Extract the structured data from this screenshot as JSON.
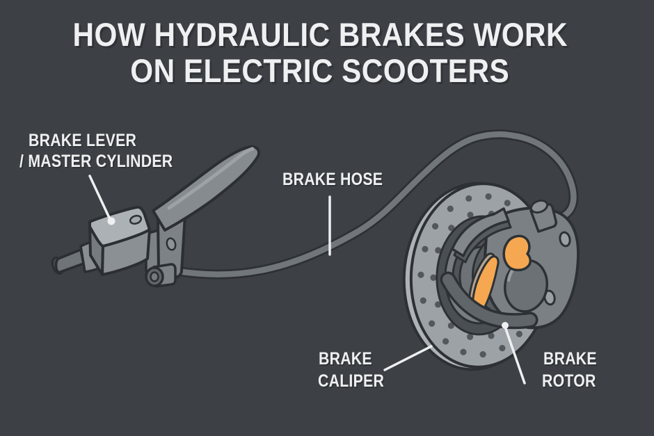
{
  "title": {
    "line1": "HOW HYDRAULIC BRAKES WORK",
    "line2": "ON ELECTRIC SCOOTERS"
  },
  "labels": {
    "lever": {
      "line1": "BRAKE LEVER",
      "line2": "/ MASTER CYLINDER"
    },
    "hose": {
      "text": "BRAKE HOSE"
    },
    "caliper": {
      "line1": "BRAKE",
      "line2": "CALIPER"
    },
    "rotor": {
      "line1": "BRAKE",
      "line2": "ROTOR"
    }
  },
  "colors": {
    "background": "#3d4145",
    "text": "#eef0f1",
    "leader_line": "#eef0f1",
    "outline": "#2d3135",
    "metal_light": "#9da2a6",
    "metal_mid": "#7d8286",
    "metal_dark": "#565b5f",
    "hose": "#71767a",
    "pad_orange": "#f5a851",
    "pad_backing": "#b2a48f"
  }
}
